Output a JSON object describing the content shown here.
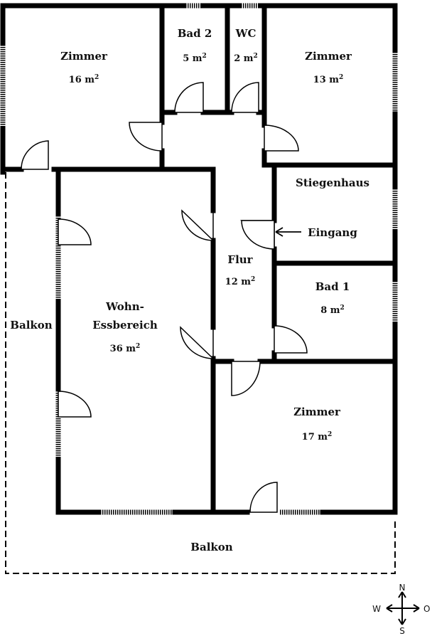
{
  "rooms": [
    {
      "name": "Zimmer",
      "area": "16 m",
      "sup": "2"
    },
    {
      "name": "Bad 2",
      "area": "5 m",
      "sup": "2"
    },
    {
      "name": "WC",
      "area": "2 m",
      "sup": "2"
    },
    {
      "name": "Zimmer",
      "area": "13 m",
      "sup": "2"
    },
    {
      "name": "Stiegenhaus"
    },
    {
      "name": "Eingang"
    },
    {
      "name": "Flur",
      "area": "12 m",
      "sup": "2"
    },
    {
      "name": "Bad 1",
      "area": "8 m",
      "sup": "2"
    },
    {
      "name_line1": "Wohn-",
      "name_line2": "Essbereich",
      "area": "36 m",
      "sup": "2"
    },
    {
      "name": "Zimmer",
      "area": "17 m",
      "sup": "2"
    }
  ],
  "balconies": [
    "Balkon",
    "Balkon"
  ],
  "compass": {
    "n": "N",
    "s": "S",
    "w": "W",
    "o": "O"
  }
}
